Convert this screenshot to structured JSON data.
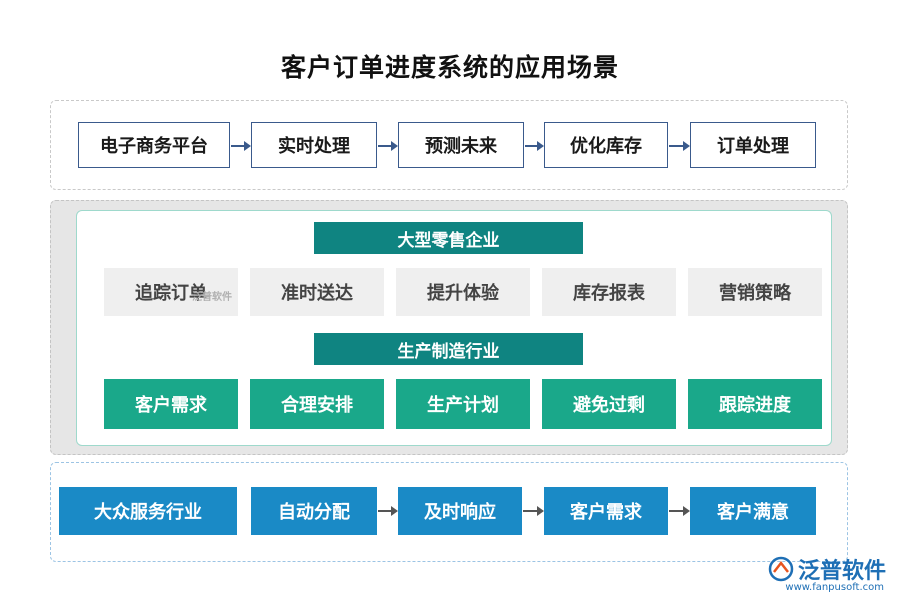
{
  "title": "客户订单进度系统的应用场景",
  "row1": [
    "电子商务平台",
    "实时处理",
    "预测未来",
    "优化库存",
    "订单处理"
  ],
  "section_retail": {
    "banner": "大型零售企业",
    "items": [
      "追踪订单",
      "准时送达",
      "提升体验",
      "库存报表",
      "营销策略"
    ]
  },
  "section_manufacturing": {
    "banner": "生产制造行业",
    "items": [
      "客户需求",
      "合理安排",
      "生产计划",
      "避免过剩",
      "跟踪进度"
    ]
  },
  "row3": [
    "大众服务行业",
    "自动分配",
    "及时响应",
    "客户需求",
    "客户满意"
  ],
  "logo": {
    "text": "泛普软件",
    "site": "www.fanpusoft.com",
    "watermark": "泛普软件"
  },
  "colors": {
    "teal": "#0f8481",
    "green": "#1aa88a",
    "blue": "#1a8ac6",
    "outline": "#3a5a8c"
  }
}
